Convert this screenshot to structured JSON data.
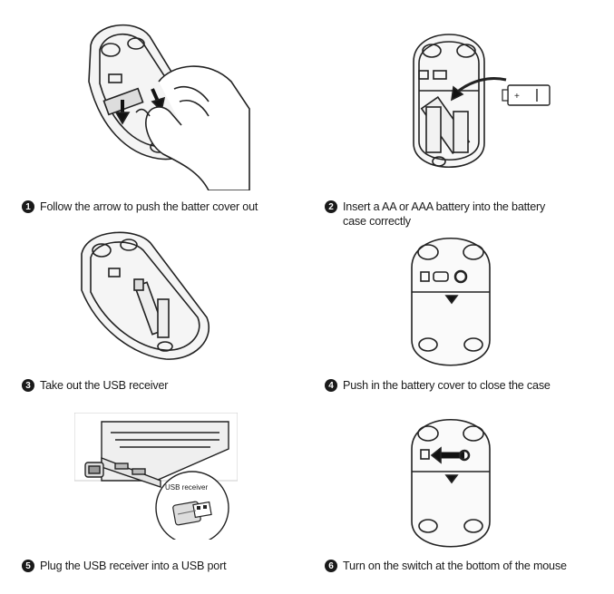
{
  "steps": [
    {
      "num": "1",
      "text": "Follow the arrow to push the batter cover out"
    },
    {
      "num": "2",
      "text": "Insert a AA or  AAA battery into the battery case correctly"
    },
    {
      "num": "3",
      "text": "Take out the USB receiver"
    },
    {
      "num": "4",
      "text": "Push in the battery cover to close the case"
    },
    {
      "num": "5",
      "text": "Plug the USB receiver into a USB port"
    },
    {
      "num": "6",
      "text": "Turn on the switch at the bottom of the mouse"
    }
  ],
  "labels": {
    "usb_receiver": "USB receiver",
    "battery_plus": "+"
  }
}
